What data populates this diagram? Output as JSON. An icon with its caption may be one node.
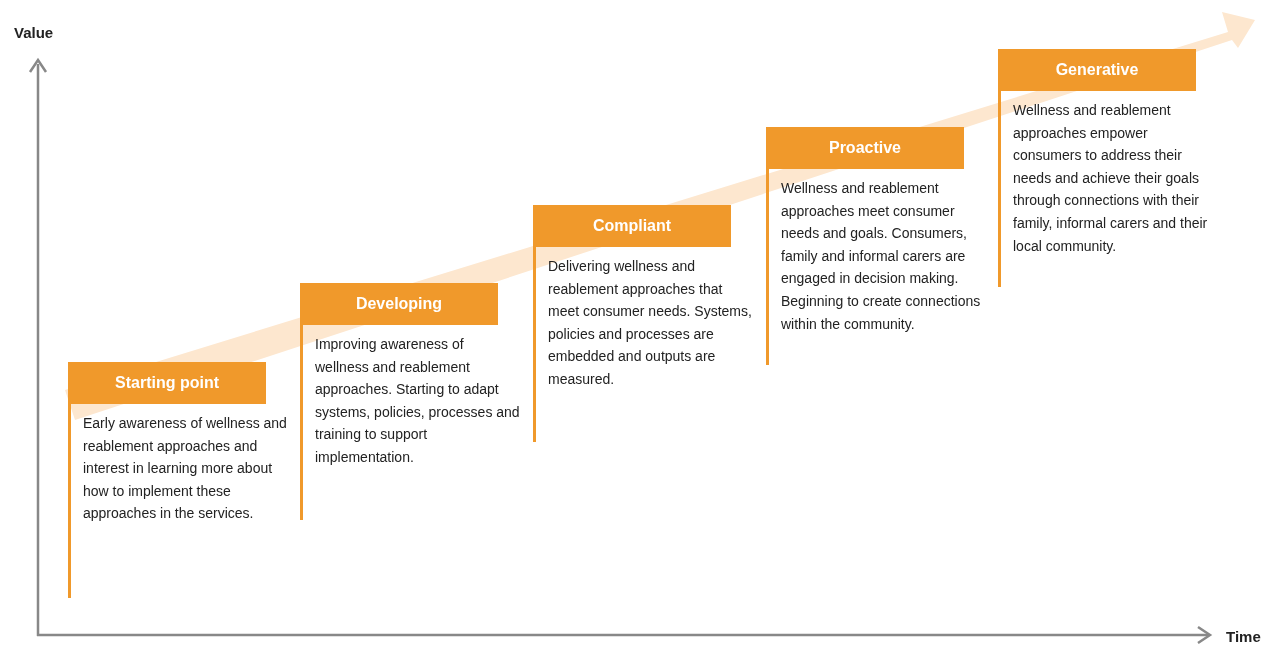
{
  "diagram": {
    "nodes": [
      {
        "text": [
          "Starting point",
          "Early awareness of wellness and reablement approaches and interest in learning more about how to implement these approaches in the services."
        ]
      },
      {
        "text": [
          "Developing",
          "Improving awareness of wellness and reablement approaches. Starting to adapt systems, policies, processes and training to support implementation."
        ]
      },
      {
        "text": [
          "Compliant",
          "Delivering wellness and reablement approaches that meet consumer needs. Systems, policies and processes are embedded and outputs are measured."
        ]
      },
      {
        "text": [
          "Proactive",
          "Wellness and reablement approaches meet consumer needs and goals. Consumers, family and informal carers are engaged in decision making. Beginning to create connections within the community."
        ]
      },
      {
        "text": [
          "Generative",
          "Wellness and reablement approaches empower consumers to address their needs and achieve their goals through connections with their family, informal carers and their local community."
        ]
      }
    ],
    "labels": [
      "Value",
      "Time"
    ]
  }
}
